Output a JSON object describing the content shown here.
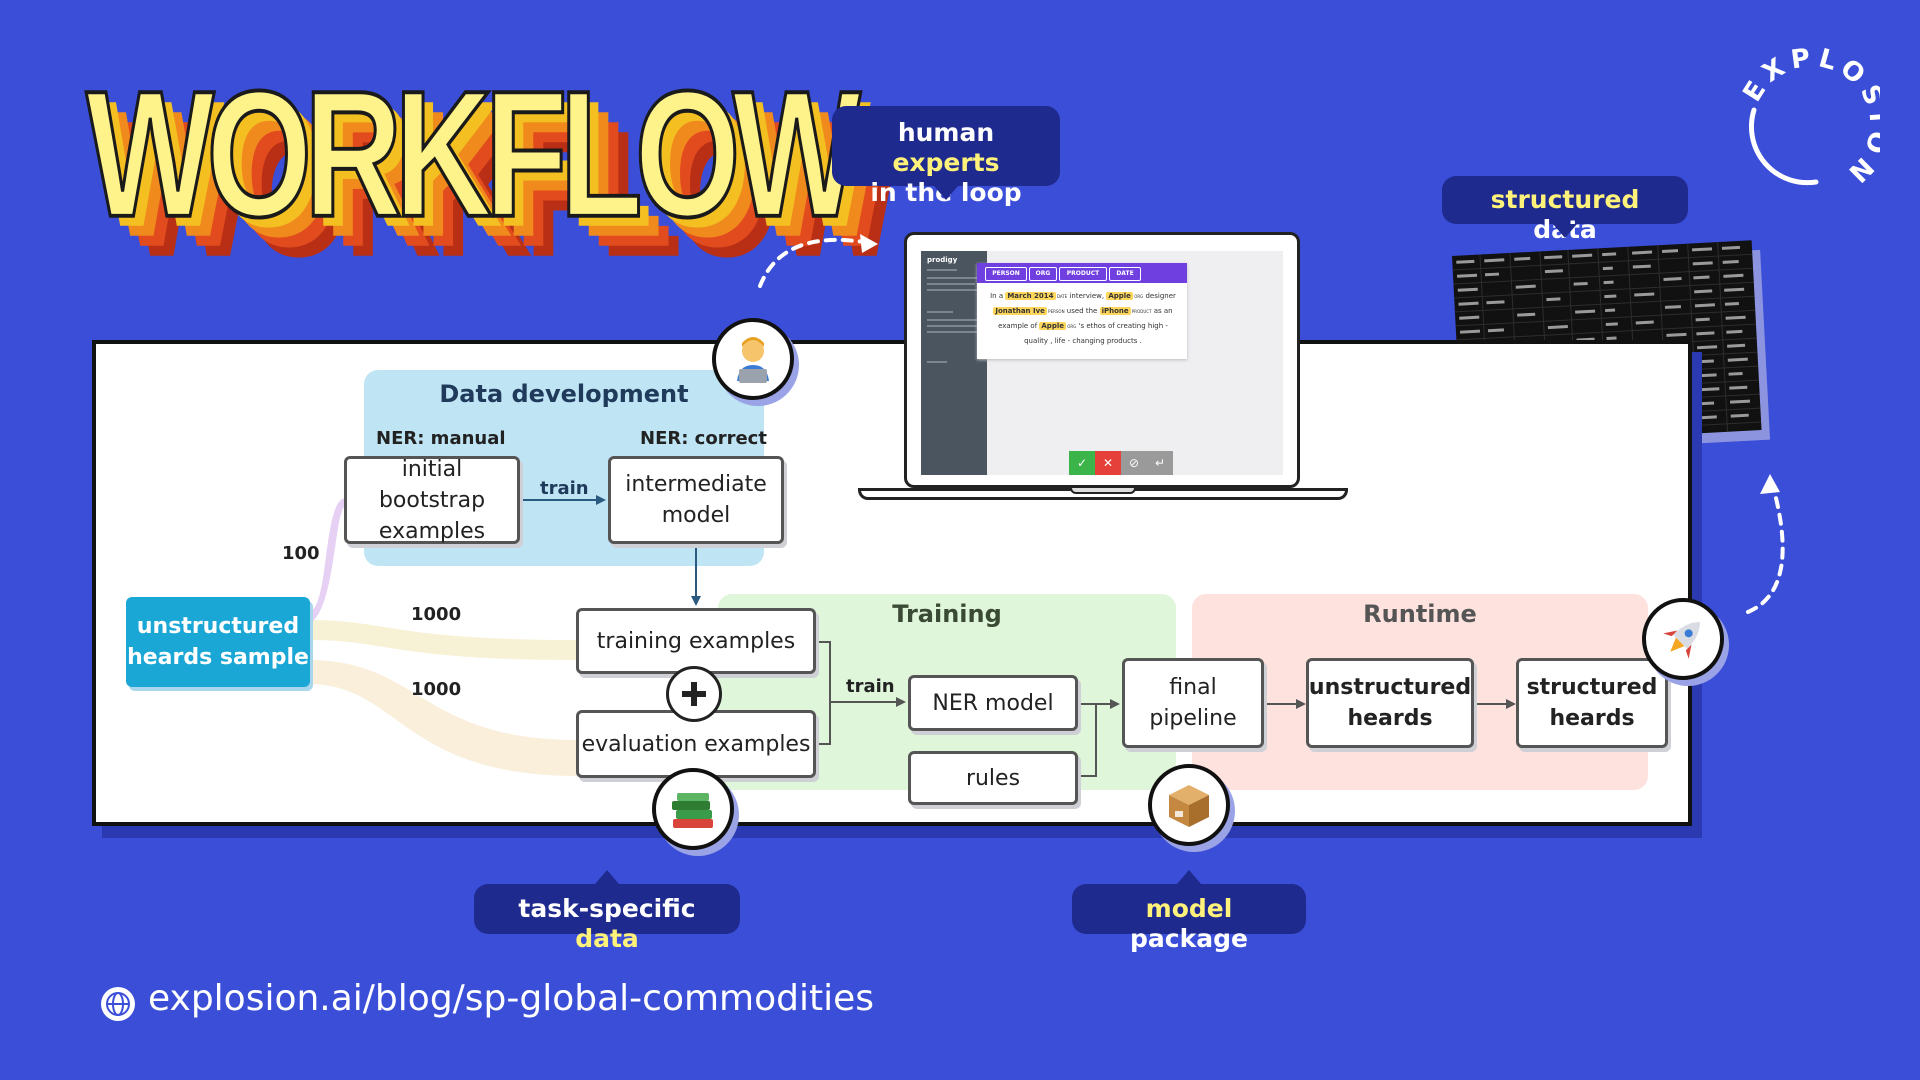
{
  "title": "WORKFLOW",
  "logo_text": "EXPLOSION",
  "colors": {
    "background": "#3b4ed8",
    "label_bg": "#1f2a8f",
    "highlight": "#fff27a",
    "data_dev_region": "#bfe4f4",
    "training_region": "#dff6da",
    "runtime_region": "#fde2de",
    "source_box": "#1aa7d6",
    "title_fill": "#fdf38a",
    "title_shadows": [
      "#f4c021",
      "#f08a1d",
      "#e24b1d",
      "#b82f16"
    ]
  },
  "labels": {
    "human_experts": {
      "pre": "human ",
      "hl": "experts",
      "post": "in the loop"
    },
    "structured_data": {
      "hl": "structured",
      "post": " data"
    },
    "task_specific": {
      "pre": "task-specific ",
      "hl": "data"
    },
    "model_package": {
      "hl": "model",
      "post": " package"
    }
  },
  "regions": {
    "data_development": "Data development",
    "training": "Training",
    "runtime": "Runtime"
  },
  "sublabels": {
    "ner_manual": "NER: manual",
    "ner_correct": "NER: correct",
    "train_1": "train",
    "train_2": "train"
  },
  "counts": {
    "c100": "100",
    "c1000_a": "1000",
    "c1000_b": "1000"
  },
  "nodes": {
    "source": [
      "unstructured",
      "heards sample"
    ],
    "bootstrap": [
      "initial bootstrap",
      "examples"
    ],
    "intermediate": [
      "intermediate",
      "model"
    ],
    "training_examples": "training examples",
    "evaluation_examples": "evaluation examples",
    "ner_model": "NER model",
    "rules": "rules",
    "final_pipeline": [
      "final",
      "pipeline"
    ],
    "unstructured_heards": [
      "unstructured",
      "heards"
    ],
    "structured_heards": [
      "structured",
      "heards"
    ]
  },
  "icons": {
    "person": "person-laptop-icon",
    "books": "books-icon",
    "package": "package-icon",
    "rocket": "rocket-icon",
    "globe": "globe-icon",
    "plus": "plus-icon"
  },
  "laptop_ui": {
    "brand": "prodigy",
    "tags": [
      "PERSON",
      "ORG",
      "PRODUCT",
      "DATE"
    ],
    "text": {
      "t1": "In a ",
      "m1": "March 2014",
      "l1": " DATE",
      "t2": " interview, ",
      "m2": "Apple",
      "l2": " ORG",
      "t3": " designer ",
      "m3": "Jonathan Ive",
      "l3": " PERSON",
      "t4": " used the ",
      "m4": "iPhone",
      "l4": " PRODUCT",
      "t5": " as an example of ",
      "m5": "Apple",
      "l5": " ORG",
      "t6": " 's ethos of creating high - quality , life - changing products ."
    },
    "buttons": [
      "✓",
      "✕",
      "⊘",
      "↵"
    ],
    "button_colors": [
      "#3bb54a",
      "#e5403a",
      "#9a9a9a",
      "#9a9a9a"
    ]
  },
  "url": "explosion.ai/blog/sp-global-commodities"
}
